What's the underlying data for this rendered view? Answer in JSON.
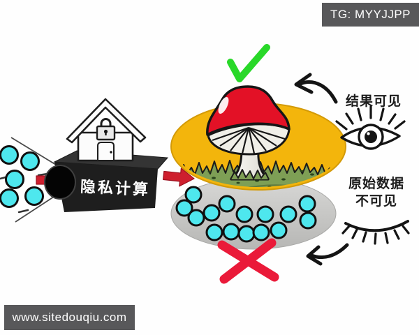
{
  "badges": {
    "telegram": "TG: MYYJJPP",
    "website": "www.sitedouqiu.com"
  },
  "privacy_box": {
    "label": "隐私计算"
  },
  "annotations": {
    "result_visible": "结果可见",
    "raw_data_line1": "原始数据",
    "raw_data_line2": "不可见"
  },
  "icons": {
    "check-icon": "✓ green checkmark",
    "cross-icon": "✗ red cross",
    "open-eye-icon": "open eye with lashes",
    "closed-eye-icon": "closed eyelid with lashes",
    "house-icon": "house outline",
    "padlock-icon": "padlock on house front",
    "mushroom-icon": "red-cap mushroom on grass",
    "input-arrow-icon": "red right arrow into box",
    "output-arrow-icon": "red right arrow out of box",
    "curved-arrow-top-icon": "hand-drawn curved arrow pointing left",
    "curved-arrow-bottom-icon": "hand-drawn curved arrow pointing left"
  },
  "colors": {
    "cyan": "#4EE7EE",
    "yellow": "#F3B50C",
    "yellowedge": "#D39A07",
    "grass": "#7E9F55",
    "boxfront": "#1E1E1E",
    "arrowred": "#CE1F2E",
    "checkgreen": "#29D829",
    "crossred": "#EA1A39",
    "capred": "#E31126",
    "badgebg": "#58585A"
  },
  "data_points": {
    "input": [
      [
        13,
        222
      ],
      [
        43,
        231
      ],
      [
        21,
        257
      ],
      [
        13,
        284
      ],
      [
        49,
        281
      ]
    ],
    "input_radius": 12.5,
    "hidden": [
      [
        277,
        279
      ],
      [
        264,
        298
      ],
      [
        281,
        312
      ],
      [
        303,
        305
      ],
      [
        325,
        292
      ],
      [
        350,
        307
      ],
      [
        380,
        307
      ],
      [
        413,
        307
      ],
      [
        440,
        292
      ],
      [
        441,
        316
      ],
      [
        307,
        333
      ],
      [
        331,
        332
      ],
      [
        353,
        335
      ],
      [
        374,
        333
      ],
      [
        399,
        330
      ]
    ],
    "hidden_radius": 11,
    "input_count": 5,
    "hidden_count": 15
  }
}
